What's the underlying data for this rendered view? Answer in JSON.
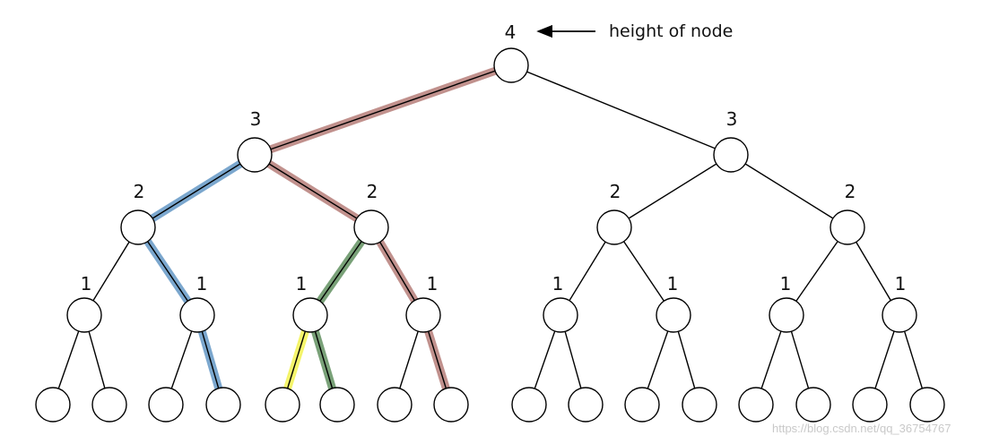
{
  "diagram": {
    "annotation": "height of node",
    "watermark": "https://blog.csdn.net/qq_36754767",
    "colors": {
      "root_fill": "#8b3128",
      "blue_fill": "#0a5a9c",
      "green_fill": "#0c5210",
      "yellow_fill": "#fff200",
      "plain_fill": "#ffffff",
      "red_path": "#c1918d",
      "blue_path": "#7ba7ce",
      "green_path": "#79a178",
      "yellow_path": "#f5f56b"
    },
    "height_labels": {
      "root": "4",
      "l1_left": "3",
      "l1_right": "3",
      "l2_a": "2",
      "l2_b": "2",
      "l2_c": "2",
      "l2_d": "2",
      "l3_a": "1",
      "l3_b": "1",
      "l3_c": "1",
      "l3_d": "1",
      "l3_e": "1",
      "l3_f": "1",
      "l3_g": "1",
      "l3_h": "1"
    }
  }
}
